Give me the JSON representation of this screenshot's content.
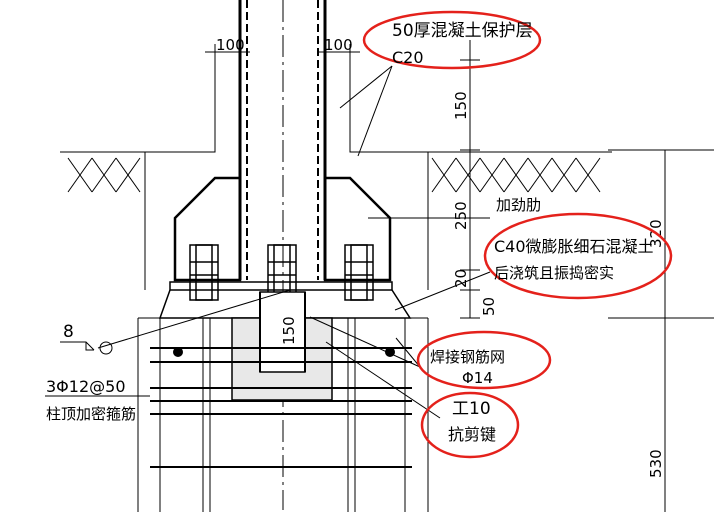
{
  "drawing": {
    "dimensions": {
      "left_offset": "100",
      "right_offset": "100",
      "top_cover": "150",
      "stiffener_zone": "250",
      "grout_gap": "20",
      "base_plate_gap": "50",
      "grout_total": "320",
      "key_depth": "150",
      "column_top": "530"
    },
    "labels": {
      "cover_line1": "50厚混凝土保护层",
      "cover_line2": "C20",
      "stiffener": "加劲肋",
      "grout_line1": "C40微膨胀细石混凝土",
      "grout_line2": "后浇筑且振捣密实",
      "mesh_line1": "焊接钢筋网",
      "mesh_line2": "Φ14",
      "key_line1": "工10",
      "key_line2": "抗剪键",
      "weld_size": "8",
      "stirrup_line1": "3Φ12@50",
      "stirrup_line2": "柱顶加密箍筋"
    },
    "colors": {
      "lines": "#000000",
      "highlight": "#e4211b"
    }
  }
}
